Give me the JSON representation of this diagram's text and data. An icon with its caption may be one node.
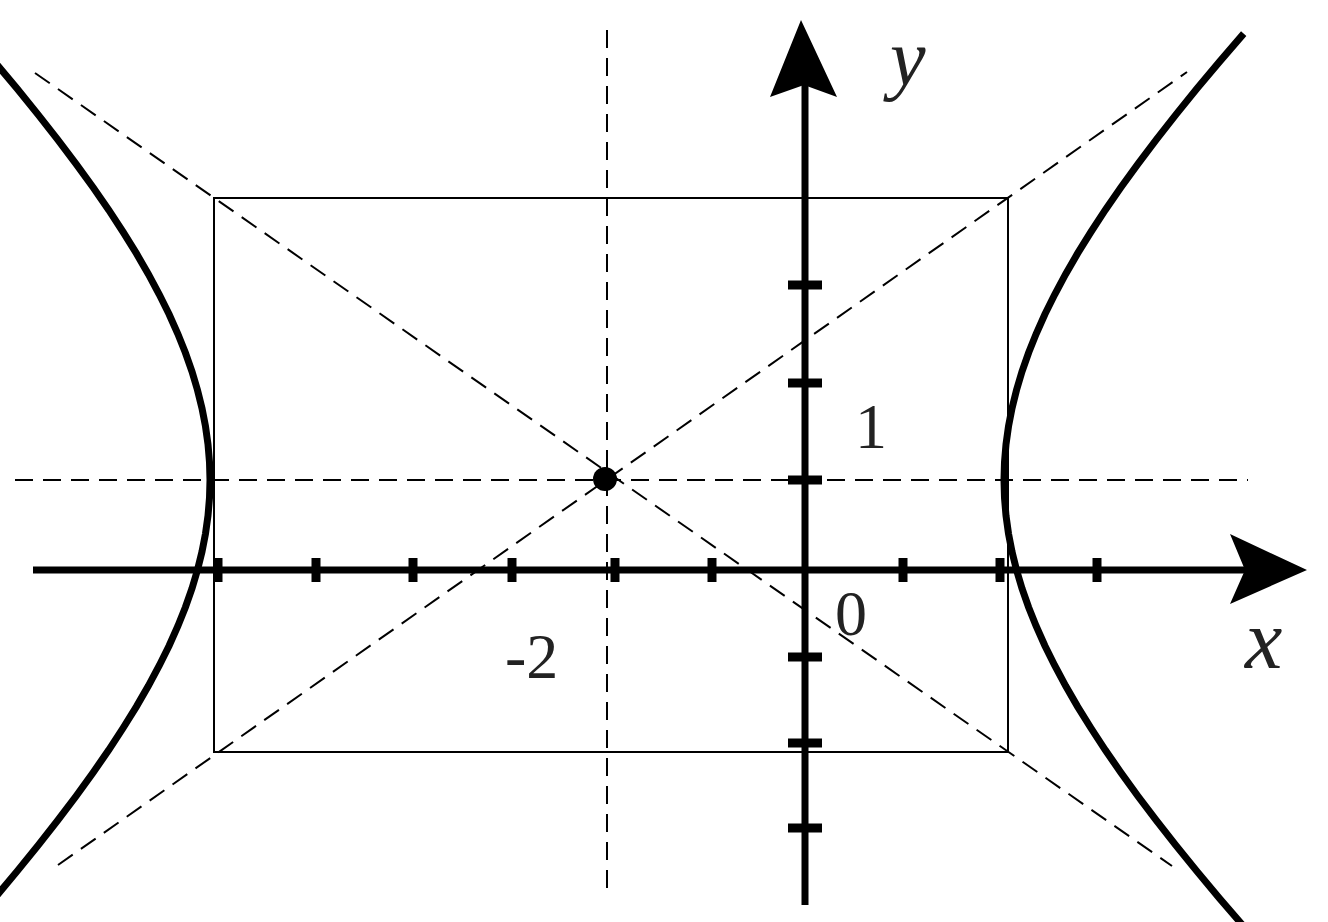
{
  "diagram": {
    "labels": [
      "y",
      "1",
      "0",
      "-2",
      "x"
    ]
  }
}
